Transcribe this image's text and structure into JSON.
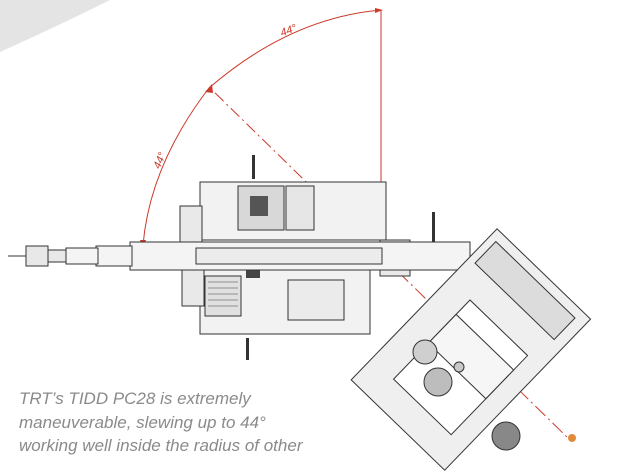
{
  "diagram": {
    "angle_labels": {
      "upper": "44°",
      "lower": "44°"
    },
    "caption_lines": [
      "TRT’s TIDD PC28 is extremely",
      "maneuverable, slewing up to 44°",
      "working well inside the radius of other"
    ],
    "colors": {
      "dimension_red": "#cc3a2a",
      "caption_gray": "#8a8a8a",
      "corner_shape": "#e4e4e4",
      "outline": "#333333",
      "body_fill": "#f2f2f2"
    }
  }
}
